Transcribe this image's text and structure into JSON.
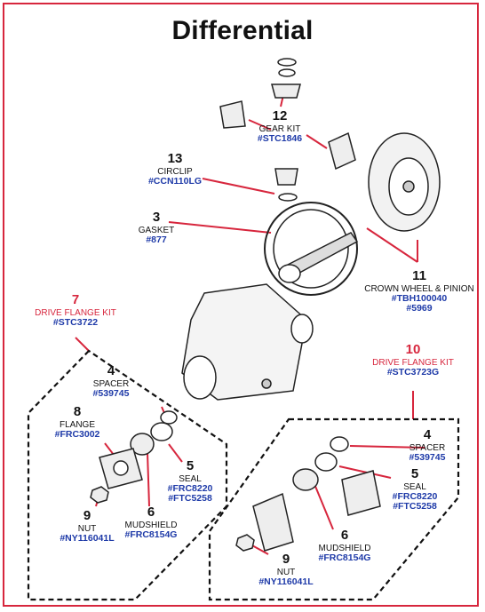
{
  "title": "Differential",
  "parts": {
    "gear_kit": {
      "num": "12",
      "name": "GEAR KIT",
      "code": "#STC1846"
    },
    "circlip": {
      "num": "13",
      "name": "CIRCLIP",
      "code": "#CCN110LG"
    },
    "gasket": {
      "num": "3",
      "name": "GASKET",
      "code": "#877"
    },
    "crown": {
      "num": "11",
      "name": "CROWN WHEEL & PINION",
      "code": "#TBH100040",
      "code2": "#5969"
    },
    "flange_kit_left": {
      "num": "7",
      "name": "DRIVE FLANGE KIT",
      "code": "#STC3722"
    },
    "flange_kit_right": {
      "num": "10",
      "name": "DRIVE FLANGE KIT",
      "code": "#STC3723G"
    },
    "spacer_left": {
      "num": "4",
      "name": "SPACER",
      "code": "#539745"
    },
    "flange": {
      "num": "8",
      "name": "FLANGE",
      "code": "#FRC3002"
    },
    "seal_left": {
      "num": "5",
      "name": "SEAL",
      "code": "#FRC8220",
      "code2": "#FTC5258"
    },
    "mudshield_left": {
      "num": "6",
      "name": "MUDSHIELD",
      "code": "#FRC8154G"
    },
    "nut_left": {
      "num": "9",
      "name": "NUT",
      "code": "#NY116041L"
    },
    "spacer_right": {
      "num": "4",
      "name": "SPACER",
      "code": "#539745"
    },
    "seal_right": {
      "num": "5",
      "name": "SEAL",
      "code": "#FRC8220",
      "code2": "#FTC5258"
    },
    "mudshield_right": {
      "num": "6",
      "name": "MUDSHIELD",
      "code": "#FRC8154G"
    },
    "nut_right": {
      "num": "9",
      "name": "NUT",
      "code": "#NY116041L"
    }
  },
  "colors": {
    "accent": "#d7263d",
    "code": "#1e3aa8"
  }
}
